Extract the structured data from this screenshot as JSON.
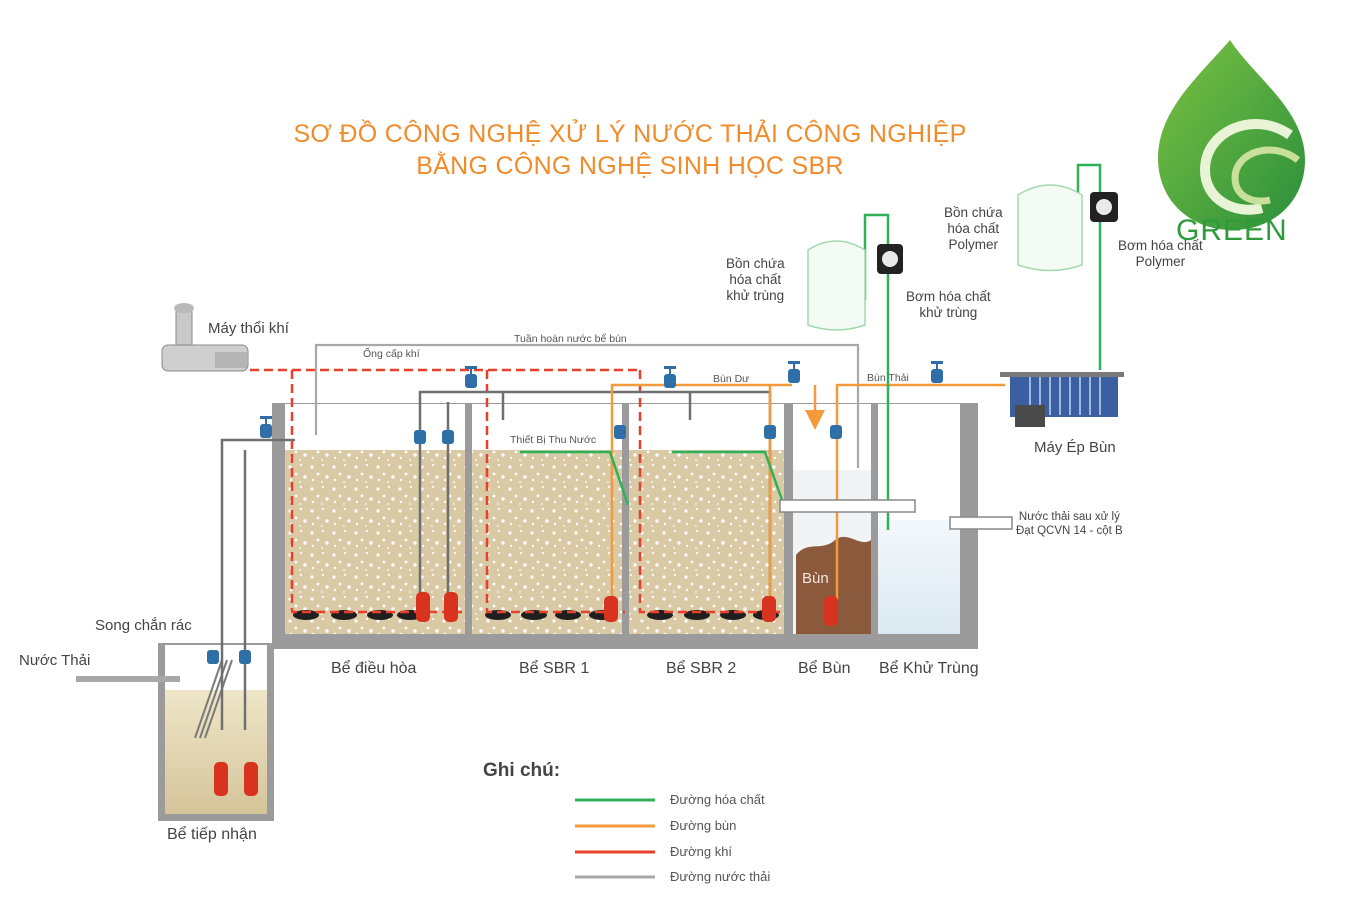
{
  "title": {
    "line1": "SƠ ĐỒ CÔNG NGHỆ XỬ LÝ NƯỚC THẢI CÔNG NGHIỆP",
    "line2": "BẰNG CÔNG NGHỆ SINH HỌC SBR"
  },
  "brand": {
    "name": "GREEN"
  },
  "equipment": {
    "blower": "Máy thổi khí",
    "disinfectant_tank": "Bồn chứa\nhóa chất\nkhử trùng",
    "disinfectant_pump": "Bơm hóa chất\nkhử trùng",
    "polymer_tank": "Bồn chứa\nhóa chất\nPolymer",
    "polymer_pump": "Bơm hóa chất\nPolymer",
    "filter_press": "Máy Ép Bùn",
    "screen": "Song chắn rác",
    "inflow": "Nước Thải"
  },
  "pipes": {
    "air_supply": "Ống cấp khí",
    "sludge_recirc": "Tuần hoàn nước bể bùn",
    "excess_sludge": "Bùn Dư",
    "waste_sludge": "Bùn Thải",
    "decanter": "Thiết Bị Thu Nước",
    "effluent": "Nước thải sau xử lý\nĐạt QCVN 14 - cột B"
  },
  "tanks": {
    "receiving": "Bể tiếp nhận",
    "equalization": "Bể điều hòa",
    "sbr1": "Bể SBR 1",
    "sbr2": "Bể SBR 2",
    "sludge": "Bể Bùn",
    "disinfection": "Bể Khử Trùng",
    "sludge_inner": "Bùn"
  },
  "legend": {
    "title": "Ghi chú:",
    "items": [
      {
        "label": "Đường hóa chất",
        "color": "#2fb157"
      },
      {
        "label": "Đường bùn",
        "color": "#f39a3c"
      },
      {
        "label": "Đường khí",
        "color": "#e8402a"
      },
      {
        "label": "Đường nước thải",
        "color": "#a8a8a8"
      }
    ]
  },
  "colors": {
    "title": "#f08c2c",
    "chemical": "#2fb157",
    "sludge": "#f39a3c",
    "air": "#e8402a",
    "wastewater": "#a8a8a8",
    "valve": "#2e6fa8",
    "pump": "#d8331f",
    "brand": "#2e9b3a"
  }
}
